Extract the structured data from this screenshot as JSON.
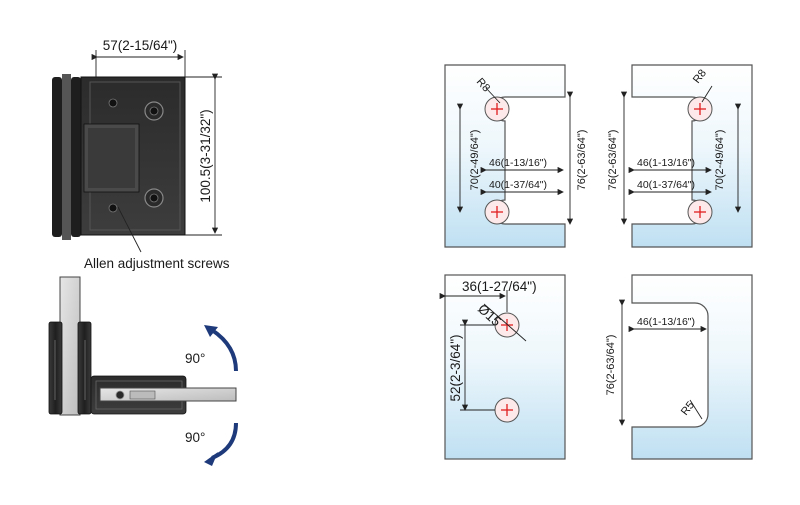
{
  "hinge_views": {
    "width_dim": "57(2-15/64\")",
    "height_dim": "100.5(3-31/32\")",
    "screws_label": "Allen adjustment screws",
    "rotation_up": "90°",
    "rotation_down": "90°"
  },
  "cutouts": {
    "panel_a": {
      "radius": "R8",
      "left_dim": "70(2-49/64\")",
      "right_dim": "76(2-63/64\")",
      "inner_dim_1": "46(1-13/16\")",
      "inner_dim_2": "40(1-37/64\")"
    },
    "panel_b": {
      "radius": "R8",
      "left_dim": "76(2-63/64\")",
      "right_dim": "70(2-49/64\")",
      "inner_dim_1": "46(1-13/16\")",
      "inner_dim_2": "40(1-37/64\")"
    },
    "panel_c": {
      "offset_dim": "36(1-27/64\")",
      "hole_dim": "Ø15",
      "height_dim": "52(2-3/64\")"
    },
    "panel_d": {
      "width_dim": "46(1-13/16\")",
      "height_dim": "76(2-63/64\")",
      "radius": "R5"
    }
  },
  "colors": {
    "glass_top": "#ffffff",
    "glass_bottom": "#bfe0f2",
    "metal_dark": "#2e2e2e",
    "metal_mid": "#5a5a5a",
    "arrow_blue": "#1e3a7a",
    "cross_red": "#e02020",
    "hole_fill": "#fde9e9"
  }
}
